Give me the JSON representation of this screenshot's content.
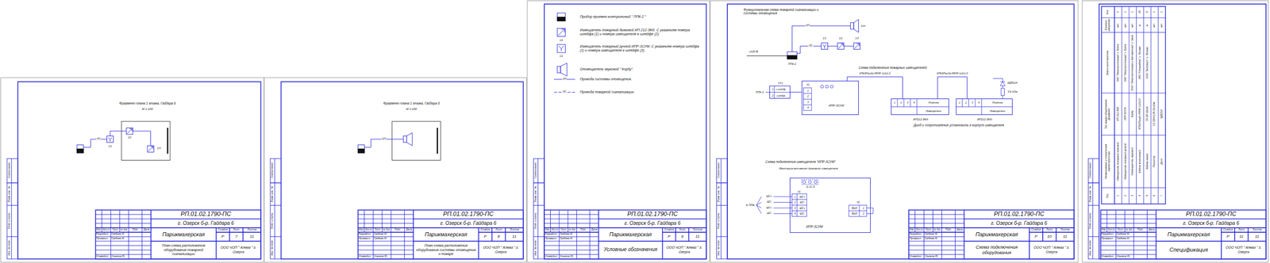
{
  "diagram": {
    "nodes": [
      {
        "text": [
          "ХТ1",
          "1",
          "+ шлейф",
          "2",
          "- шлейф"
        ]
      },
      {
        "text": [
          "Х1",
          "1",
          "2",
          "3",
          "4",
          "ИПР-3СУМ"
        ]
      },
      {
        "text": [
          "1",
          "2",
          "3",
          "4",
          "Розетка",
          "Извещатель",
          "ИП212-3М3"
        ]
      },
      {
        "text": [
          "1",
          "2",
          "3",
          "4",
          "Розетка",
          "Извещатель",
          "ИП212-3М3"
        ]
      },
      {
        "text": [
          "J1 J2 J3",
          "Х1",
          "1",
          "ШС+",
          "2",
          "ШС-",
          "3",
          "ШС+",
          "4",
          "ШС-",
          "Х2",
          "ВЫХ",
          "1",
          "ВЫХ",
          "2",
          "ИПР-3СУМ"
        ]
      }
    ],
    "edges": [
      {
        "from": 0,
        "to": 1,
        "arrow": "none"
      },
      {
        "from": 1,
        "to": 2,
        "label": "КПКЭПнг(А)-FRHF 1х2х1,0",
        "arrow": "none"
      },
      {
        "from": 2,
        "to": 3,
        "label": "КПКЭПнг(А)-FRHF 1х2х1,0",
        "arrow": "none"
      }
    ],
    "labels": [
      "Фрагмент плана 1 этажа, Гайдара 6",
      "М 1:100",
      "ПС",
      "1/1",
      "1/2",
      "1/3",
      "Согласовано",
      "Взам. инв. №",
      "Подп. и дата",
      "Инв. № подл.",
      "Изм.",
      "Кол.уч",
      "Лист",
      "№ док.",
      "Подп.",
      "Дата",
      "Разработ.",
      "Гребнев М.",
      "Проверил",
      "Гребнев М.",
      "Утвердил",
      "Ульянов Ю.",
      "РП.01.02.1790-ПС",
      "г. Озерск б-р. Гайдара 6",
      "Парикмахерская",
      "Стадия",
      "Лист",
      "Листов",
      "Р",
      "7",
      "11",
      "План-схема расположения оборудования пожарной сигнализации",
      "ООО ЧОП \" Алмаз \" г. Озерск",
      "Фрагмент плана 1 этажа, Гайдара 6",
      "М 1:100",
      "ОП",
      "Согласовано",
      "Взам. инв. №",
      "Подп. и дата",
      "Инв. № подл.",
      "Изм.",
      "Кол.уч",
      "Лист",
      "№ док.",
      "Подп.",
      "Дата",
      "Разработ.",
      "Гребнев М.",
      "Проверил",
      "Гребнев М.",
      "Утвердил",
      "Ульянов Ю.",
      "РП.01.02.1790-ПС",
      "г. Озерск б-р. Гайдара 6",
      "Парикмахерская",
      "Стадия",
      "Лист",
      "Листов",
      "Р",
      "8",
      "11",
      "План-схема расположения оборудования системы оповещения о пожаре",
      "ООО ЧОП \" Алмаз \" г. Озерск",
      "1/2",
      "1/1",
      "ОП",
      "ПС",
      "Согласовано",
      "Взам. инв. №",
      "Подп. и дата",
      "Инв. № подл.",
      "Изм.",
      "Кол.уч",
      "Лист",
      "№ док.",
      "Подп.",
      "Дата",
      "Разработ.",
      "Гребнев М.",
      "Проверил",
      "Гребнев М.",
      "Утвердил",
      "Ульянов Ю.",
      "РП.01.02.1790-ПС",
      "г. Озерск б-р. Гайдара 6",
      "Парикмахерская",
      "Стадия",
      "Лист",
      "Листов",
      "Р",
      "9",
      "11",
      "Условные обозначения",
      "ООО ЧОП \" Алмаз \" г. Озерск",
      "Функциональная схема пожарной сигнализации и системы оповещения",
      "~220 В",
      "ППК-2",
      "ОП",
      "1оп",
      "ПС",
      "1/1",
      "1/2",
      "1/3",
      "Схема подключения пожарных извещателей",
      "ППК-2",
      "КД521А",
      "3,6 кОм",
      "Диод и сопротивление установить в корпусе извещателя",
      "Схема подключения извещателя \"ИПР-3СУМ\"",
      "Имитация активного дымового извещателя",
      "К ППК",
      "ШС+",
      "ШС-",
      "ШС+",
      "ШС-",
      "Согласовано",
      "Взам. инв. №",
      "Подп. и дата",
      "Инв. № подл.",
      "Изм.",
      "Кол.уч",
      "Лист",
      "№ док.",
      "Подп.",
      "Дата",
      "Разработ.",
      "Гребнев М.",
      "Проверил",
      "Гребнев М.",
      "Утвердил",
      "Ульянов Ю.",
      "РП.01.02.1790-ПС",
      "г. Озерск б-р. Гайдара 6",
      "Парикмахерская",
      "Стадия",
      "Лист",
      "Листов",
      "Р",
      "10",
      "11",
      "Схема подключения оборудования",
      "ООО ЧОП \" Алмаз \" г. Озерск",
      "Поз.",
      "Наименование и техническая характеристика",
      "Тип, марка оборудования. Документ",
      "Завод-изготовитель",
      "Единица измерения",
      "Кол.",
      "1",
      "Извещатель пожарный дымовой",
      "ИП 212-3М3",
      "ЗАО \"Электротехника\" г. Бийск",
      "шт.",
      "2",
      "2",
      "Извещатель пожарный ручной",
      "ИПР-3СУМ",
      "ЗАО \"Электротехника\" г. Бийск",
      "шт.",
      "1",
      "3",
      "Оповещатель звуковой",
      "Корбу",
      "ООО \"Электротехника и Автоматика\" г. Омск",
      "шт.",
      "1",
      "4",
      "Кабель монтажный",
      "КПКЭПнг(А)-FRHF 1х2х1,0",
      "ЗАО \"Спецкабель\" г. Москва",
      "м",
      "20",
      "5",
      "Кабель-канал",
      "ТА-ЭЛ 16х16",
      "ООО \"Экопласт\" г. Москва",
      "м",
      "5",
      "6",
      "Резистор",
      "С2-33Н-0,25-3,6 кОм",
      "шт.",
      "1",
      "7",
      "Диод",
      "КД521А",
      "шт.",
      "1",
      "Согласовано",
      "Взам. инв. №",
      "Подп. и дата",
      "Инв. № подл.",
      "Изм.",
      "Кол.уч",
      "Лист",
      "№ док.",
      "Подп.",
      "Дата",
      "Разработ.",
      "Гребнев М.",
      "Проверил",
      "Гребнев М.",
      "Утвердил",
      "Ульянов Ю.",
      "РП.01.02.1790-ПС",
      "г. Озерск б-р. Гайдара 6",
      "Парикмахерская",
      "Стадия",
      "Лист",
      "Листов",
      "Р",
      "11",
      "11",
      "Спецификация",
      "ООО ЧОП \" Алмаз \" г. Озерск"
    ],
    "legend": [
      {
        "text": "Прибор приемно-контрольный \" ППК-2 \""
      },
      {
        "text": "Извещатель пожарный дымовой ИП 212-3М3. С указанием номера шлейфа (1) и номера извещателя в шлейфе (2)."
      },
      {
        "text": "Извещатель пожарный ручной ИПР-3СУМ. С указанием номера шлейфа (1) и номера извещателя в шлейфе (3)."
      },
      {
        "text": "Оповещатель звуковой \" Корбу\"."
      },
      {
        "text": "Провода системы оповещения."
      },
      {
        "text": "Провода пожарной сигнализации"
      }
    ]
  }
}
